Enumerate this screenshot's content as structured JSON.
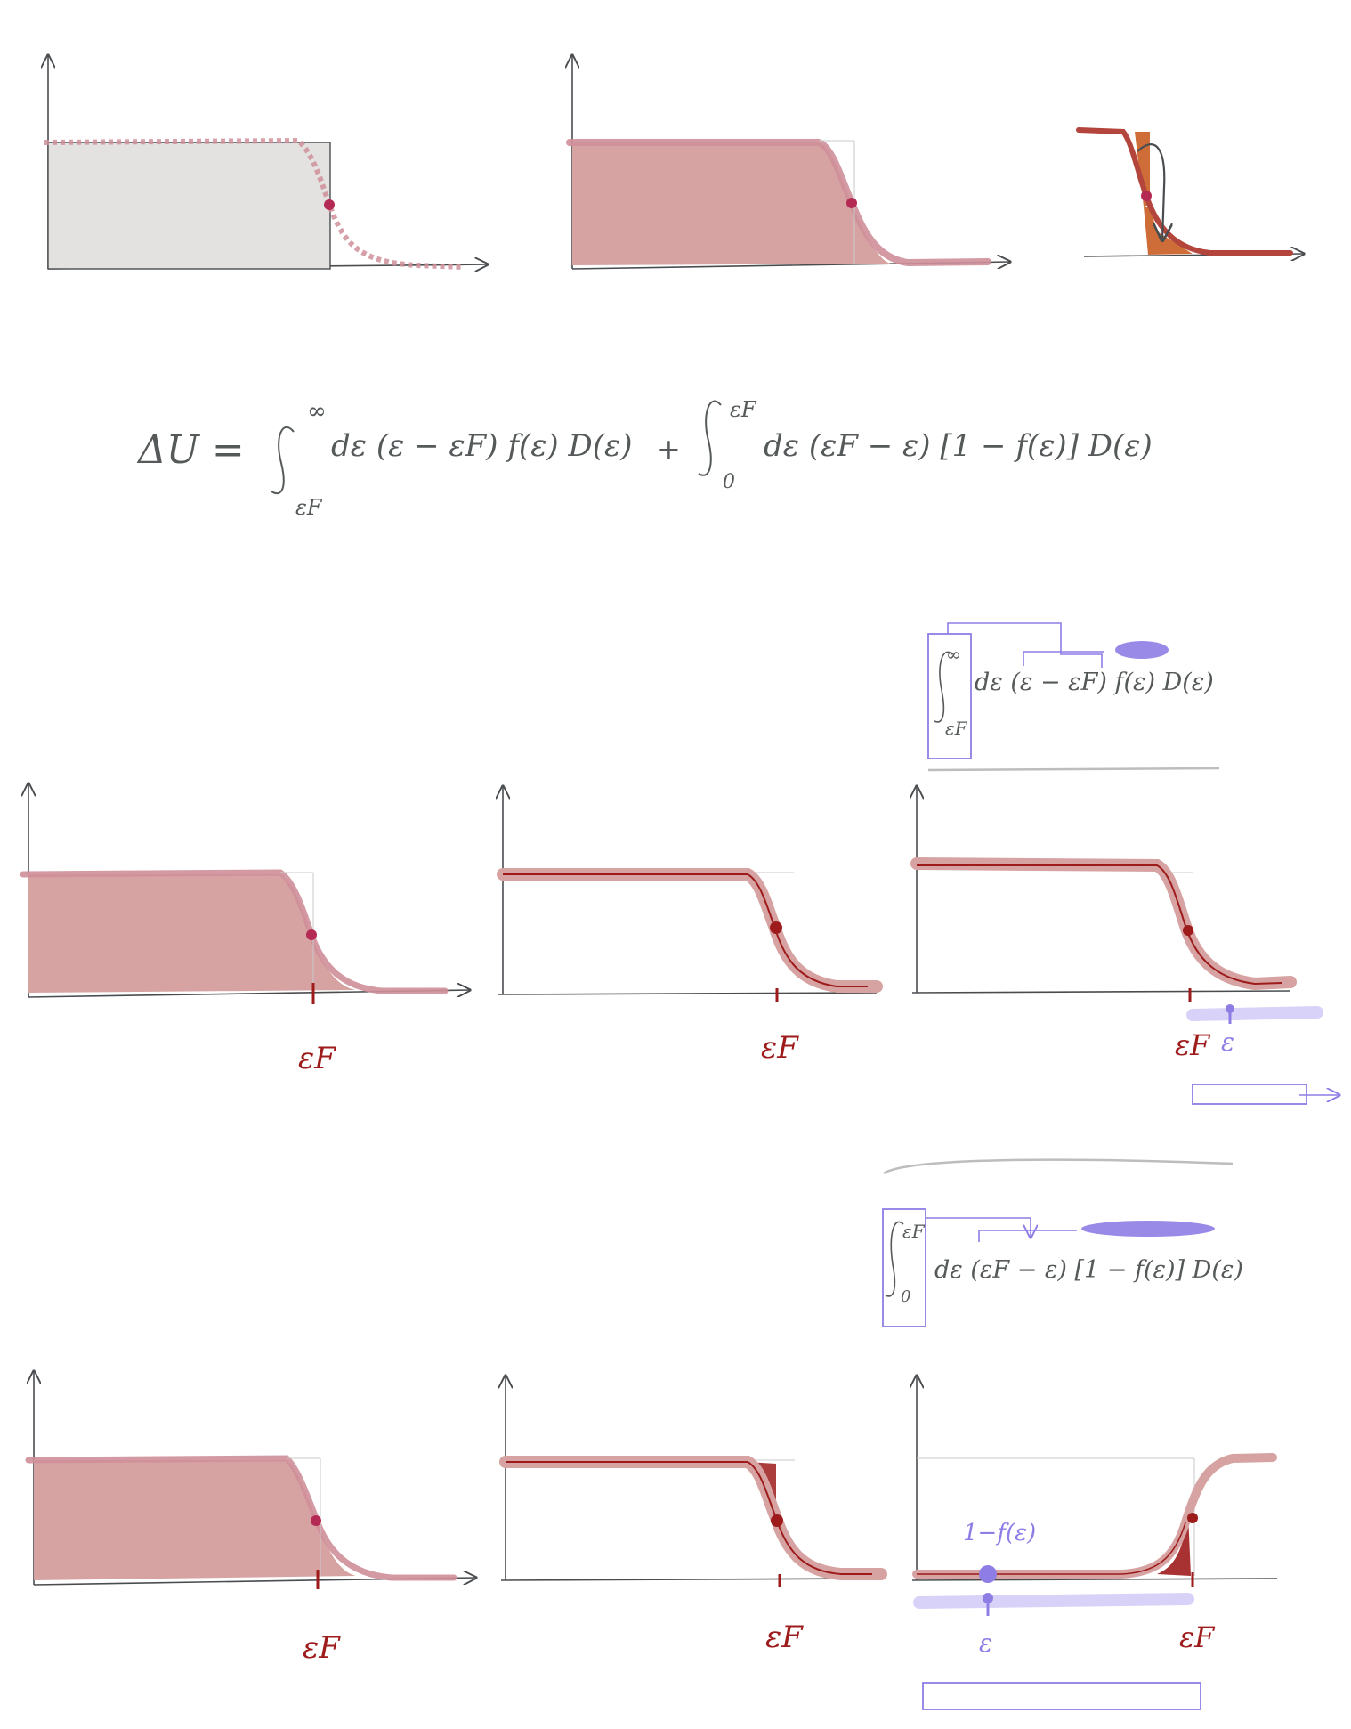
{
  "equation": {
    "lhs": "ΔU =",
    "term1": {
      "upper_limit": "∞",
      "lower_limit": "εF",
      "integrand": "dε (ε − εF) f(ε) D(ε)"
    },
    "plus": "+",
    "term2": {
      "upper_limit": "εF",
      "lower_limit": "0",
      "integrand": "dε (εF − ε) [1 − f(ε)] D(ε)"
    }
  },
  "labels": {
    "fermi_energy": "εF",
    "energy": "ε",
    "one_minus_f": "1−f(ε)"
  },
  "colors": {
    "axis": "#4a4d50",
    "gray_fill": "#e3e2e0",
    "rose_fill": "#d6a3a2",
    "rose_line": "#cf8f9a",
    "dark_red": "#9e1b1b",
    "magenta_dot": "#b52a55",
    "orange_fill": "#c95d22",
    "violet": "#8f7de6",
    "violet_light": "#d8d2f8",
    "pencil_gray": "#bdbdbd"
  }
}
